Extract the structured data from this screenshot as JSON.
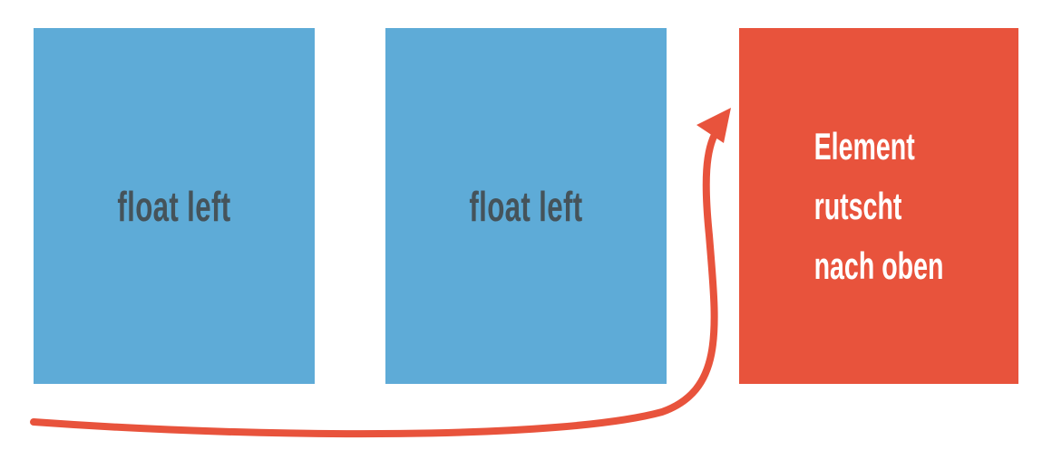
{
  "boxes": [
    {
      "label": "float left",
      "color": "#5eabd7"
    },
    {
      "label": "float left",
      "color": "#5eabd7"
    },
    {
      "lines": [
        "Element",
        "rutscht",
        "nach oben"
      ],
      "color": "#e8533c"
    }
  ],
  "arrow": {
    "color": "#e8533c",
    "meaning": "element-moves-up"
  }
}
